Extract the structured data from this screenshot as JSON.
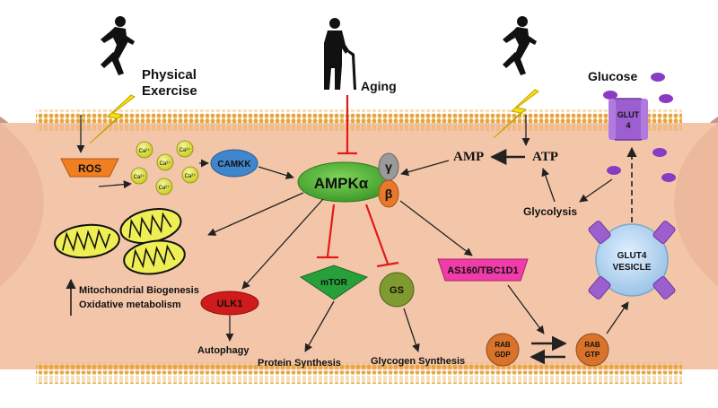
{
  "colors": {
    "membrane": "#e6a640",
    "cell_fill": "#f4c6a9",
    "muscle": "#c0827a",
    "ampk": "#5cb83a",
    "inhibit": "#e11a1a",
    "arrow": "#222222",
    "gamma": "#9a9a9a",
    "beta": "#e8792a",
    "camkk": "#3f86cc",
    "ulk1": "#cf1b1b",
    "mtor": "#27a03a",
    "gs": "#7f9a2e",
    "as160": "#f03ca8",
    "rab": "#d9722b",
    "glut4": "#9d5fd0",
    "vesicle": "#bcd9f0",
    "ros": "#ef7f1f",
    "calcium": "#dde02c",
    "mito": "#eeee55"
  },
  "icons": {
    "runner": "runner-silhouette",
    "elder": "elderly-with-cane-silhouette",
    "bolt": "lightning-bolt",
    "mito": "mitochondrion"
  },
  "labels": {
    "physical_exercise_1": "Physical",
    "physical_exercise_2": "Exercise",
    "aging": "Aging",
    "glucose": "Glucose",
    "ros": "ROS",
    "calcium": "Ca²⁺",
    "camkk": "CAMKK",
    "ampk": "AMPKα",
    "gamma": "γ",
    "beta": "β",
    "amp": "AMP",
    "atp": "ATP",
    "glut4_membrane_1": "GLUT",
    "glut4_membrane_2": "4",
    "glycolysis": "Glycolysis",
    "mito_line_1": "Mitochondrial Biogenesis",
    "mito_line_2": "Oxidative metabolism",
    "ulk1": "ULK1",
    "mtor": "mTOR",
    "gs": "GS",
    "as160": "AS160/TBC1D1",
    "glut4_vesicle_1": "GLUT4",
    "glut4_vesicle_2": "VESICLE",
    "autophagy": "Autophagy",
    "protein_synthesis": "Protein Synthesis",
    "glycogen_synthesis": "Glycogen Synthesis",
    "rab_gdp_1": "RAB",
    "rab_gdp_2": "GDP",
    "rab_gtp_1": "RAB",
    "rab_gtp_2": "GTP"
  }
}
